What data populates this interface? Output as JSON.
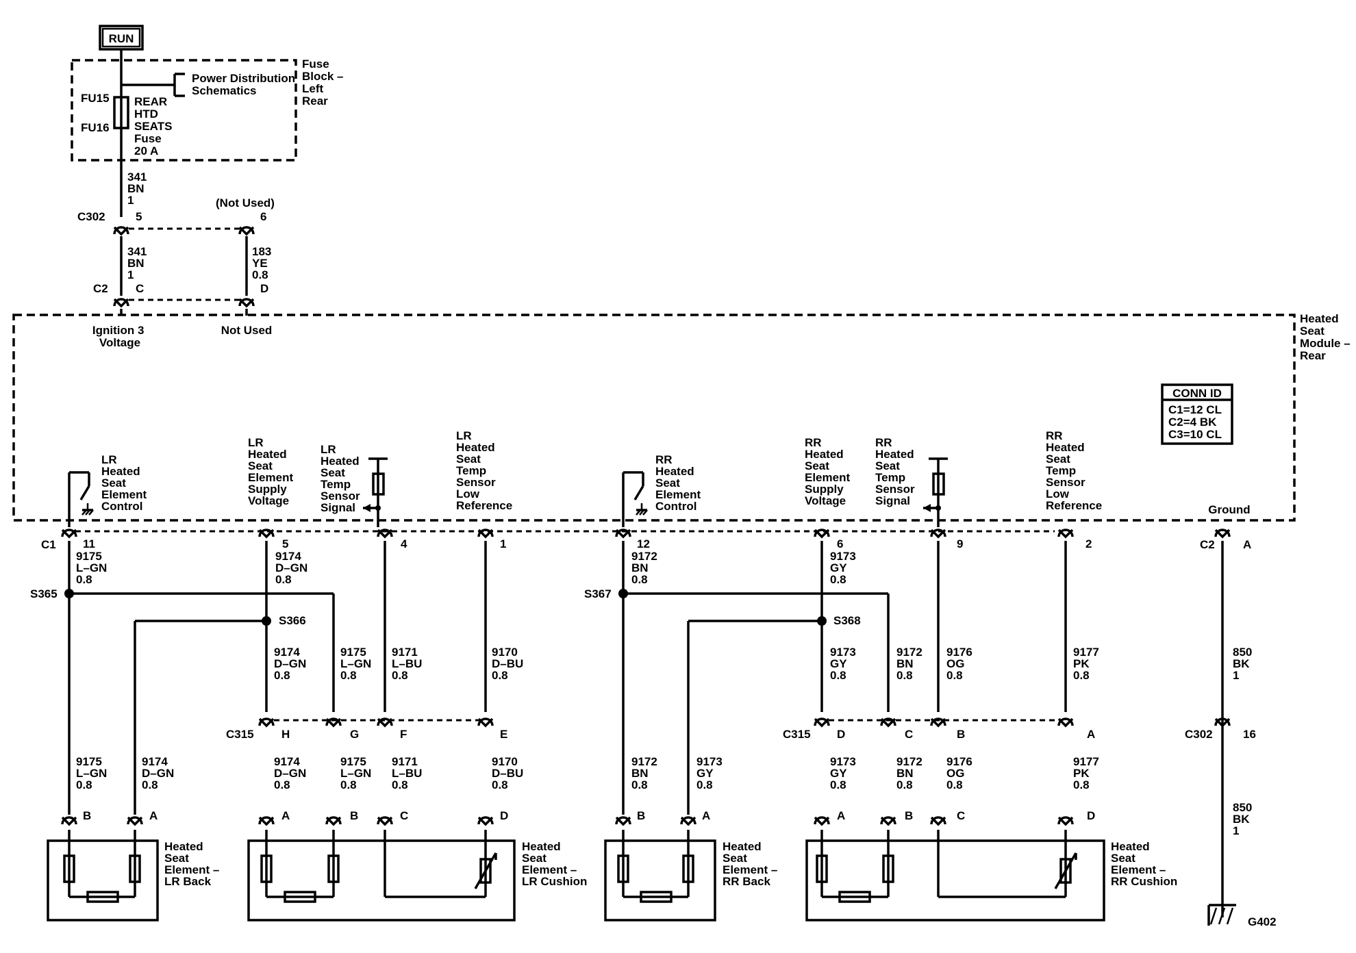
{
  "power": {
    "run_label": "RUN",
    "fuse_block": [
      "Fuse",
      "Block –",
      "Left",
      "Rear"
    ],
    "pds": [
      "Power Distribution",
      "Schematics"
    ],
    "fuse_ids": [
      "FU15",
      "FU16"
    ],
    "fuse_name": [
      "REAR",
      "HTD",
      "SEATS",
      "Fuse",
      "20 A"
    ]
  },
  "upper_wires": {
    "w1": [
      "341",
      "BN",
      "1"
    ],
    "c302": "C302",
    "c302_pin5": "5",
    "c302_pin6": "6",
    "not_used_paren": "(Not Used)",
    "w2": [
      "341",
      "BN",
      "1"
    ],
    "w3": [
      "183",
      "YE",
      "0.8"
    ],
    "c2": "C2",
    "c2_pinC": "C",
    "c2_pinD": "D"
  },
  "module": {
    "name": [
      "Heated",
      "Seat",
      "Module –",
      "Rear"
    ],
    "ign_label": [
      "Ignition 3",
      "Voltage"
    ],
    "not_used": "Not Used",
    "conn_title": "CONN ID",
    "conn_rows": [
      "C1=12 CL",
      "C2=4 BK",
      "C3=10 CL"
    ],
    "ground": "Ground",
    "c1": "C1"
  },
  "functions": {
    "lr_ctrl": [
      "LR",
      "Heated",
      "Seat",
      "Element",
      "Control"
    ],
    "lr_supply": [
      "LR",
      "Heated",
      "Seat",
      "Element",
      "Supply",
      "Voltage"
    ],
    "lr_sig": [
      "LR",
      "Heated",
      "Seat",
      "Temp",
      "Sensor",
      "Signal"
    ],
    "lr_low": [
      "LR",
      "Heated",
      "Seat",
      "Temp",
      "Sensor",
      "Low",
      "Reference"
    ],
    "rr_ctrl": [
      "RR",
      "Heated",
      "Seat",
      "Element",
      "Control"
    ],
    "rr_supply": [
      "RR",
      "Heated",
      "Seat",
      "Element",
      "Supply",
      "Voltage"
    ],
    "rr_sig": [
      "RR",
      "Heated",
      "Seat",
      "Temp",
      "Sensor",
      "Signal"
    ],
    "rr_low": [
      "RR",
      "Heated",
      "Seat",
      "Temp",
      "Sensor",
      "Low",
      "Reference"
    ]
  },
  "pins": {
    "p11": "11",
    "p5": "5",
    "p4": "4",
    "p1": "1",
    "p12": "12",
    "p6": "6",
    "p9": "9",
    "p2": "2",
    "gA": "A"
  },
  "wires_top": {
    "t1": [
      "9175",
      "L–GN",
      "0.8"
    ],
    "t2": [
      "9174",
      "D–GN",
      "0.8"
    ],
    "t5": [
      "9172",
      "BN",
      "0.8"
    ],
    "t6": [
      "9173",
      "GY",
      "0.8"
    ]
  },
  "splices": {
    "s365": "S365",
    "s366": "S366",
    "s367": "S367",
    "s368": "S368"
  },
  "wires_mid": {
    "m1": [
      "9174",
      "D–GN",
      "0.8"
    ],
    "m2": [
      "9175",
      "L–GN",
      "0.8"
    ],
    "m3": [
      "9171",
      "L–BU",
      "0.8"
    ],
    "m4": [
      "9170",
      "D–BU",
      "0.8"
    ],
    "m5": [
      "9173",
      "GY",
      "0.8"
    ],
    "m6": [
      "9172",
      "BN",
      "0.8"
    ],
    "m7": [
      "9176",
      "OG",
      "0.8"
    ],
    "m8": [
      "9177",
      "PK",
      "0.8"
    ],
    "g1": [
      "850",
      "BK",
      "1"
    ]
  },
  "c315": {
    "label": "C315",
    "left_pins": [
      "H",
      "G",
      "F",
      "E"
    ],
    "right_pins": [
      "D",
      "C",
      "B",
      "A"
    ],
    "c302_label": "C302",
    "c302_pin": "16"
  },
  "wires_low": {
    "a1": [
      "9175",
      "L–GN",
      "0.8"
    ],
    "a2": [
      "9174",
      "D–GN",
      "0.8"
    ],
    "a3": [
      "9174",
      "D–GN",
      "0.8"
    ],
    "a4": [
      "9175",
      "L–GN",
      "0.8"
    ],
    "a5": [
      "9171",
      "L–BU",
      "0.8"
    ],
    "a6": [
      "9170",
      "D–BU",
      "0.8"
    ],
    "a7": [
      "9172",
      "BN",
      "0.8"
    ],
    "a8": [
      "9173",
      "GY",
      "0.8"
    ],
    "a9": [
      "9173",
      "GY",
      "0.8"
    ],
    "a10": [
      "9172",
      "BN",
      "0.8"
    ],
    "a11": [
      "9176",
      "OG",
      "0.8"
    ],
    "a12": [
      "9177",
      "PK",
      "0.8"
    ],
    "g2": [
      "850",
      "BK",
      "1"
    ]
  },
  "element_pins": {
    "lrb": [
      "B",
      "A"
    ],
    "lrc": [
      "A",
      "B",
      "C",
      "D"
    ],
    "rrb": [
      "B",
      "A"
    ],
    "rrc": [
      "A",
      "B",
      "C",
      "D"
    ]
  },
  "elements": {
    "lr_back": [
      "Heated",
      "Seat",
      "Element –",
      "LR Back"
    ],
    "lr_cushion": [
      "Heated",
      "Seat",
      "Element –",
      "LR Cushion"
    ],
    "rr_back": [
      "Heated",
      "Seat",
      "Element –",
      "RR Back"
    ],
    "rr_cushion": [
      "Heated",
      "Seat",
      "Element –",
      "RR Cushion"
    ],
    "ground": "G402"
  }
}
